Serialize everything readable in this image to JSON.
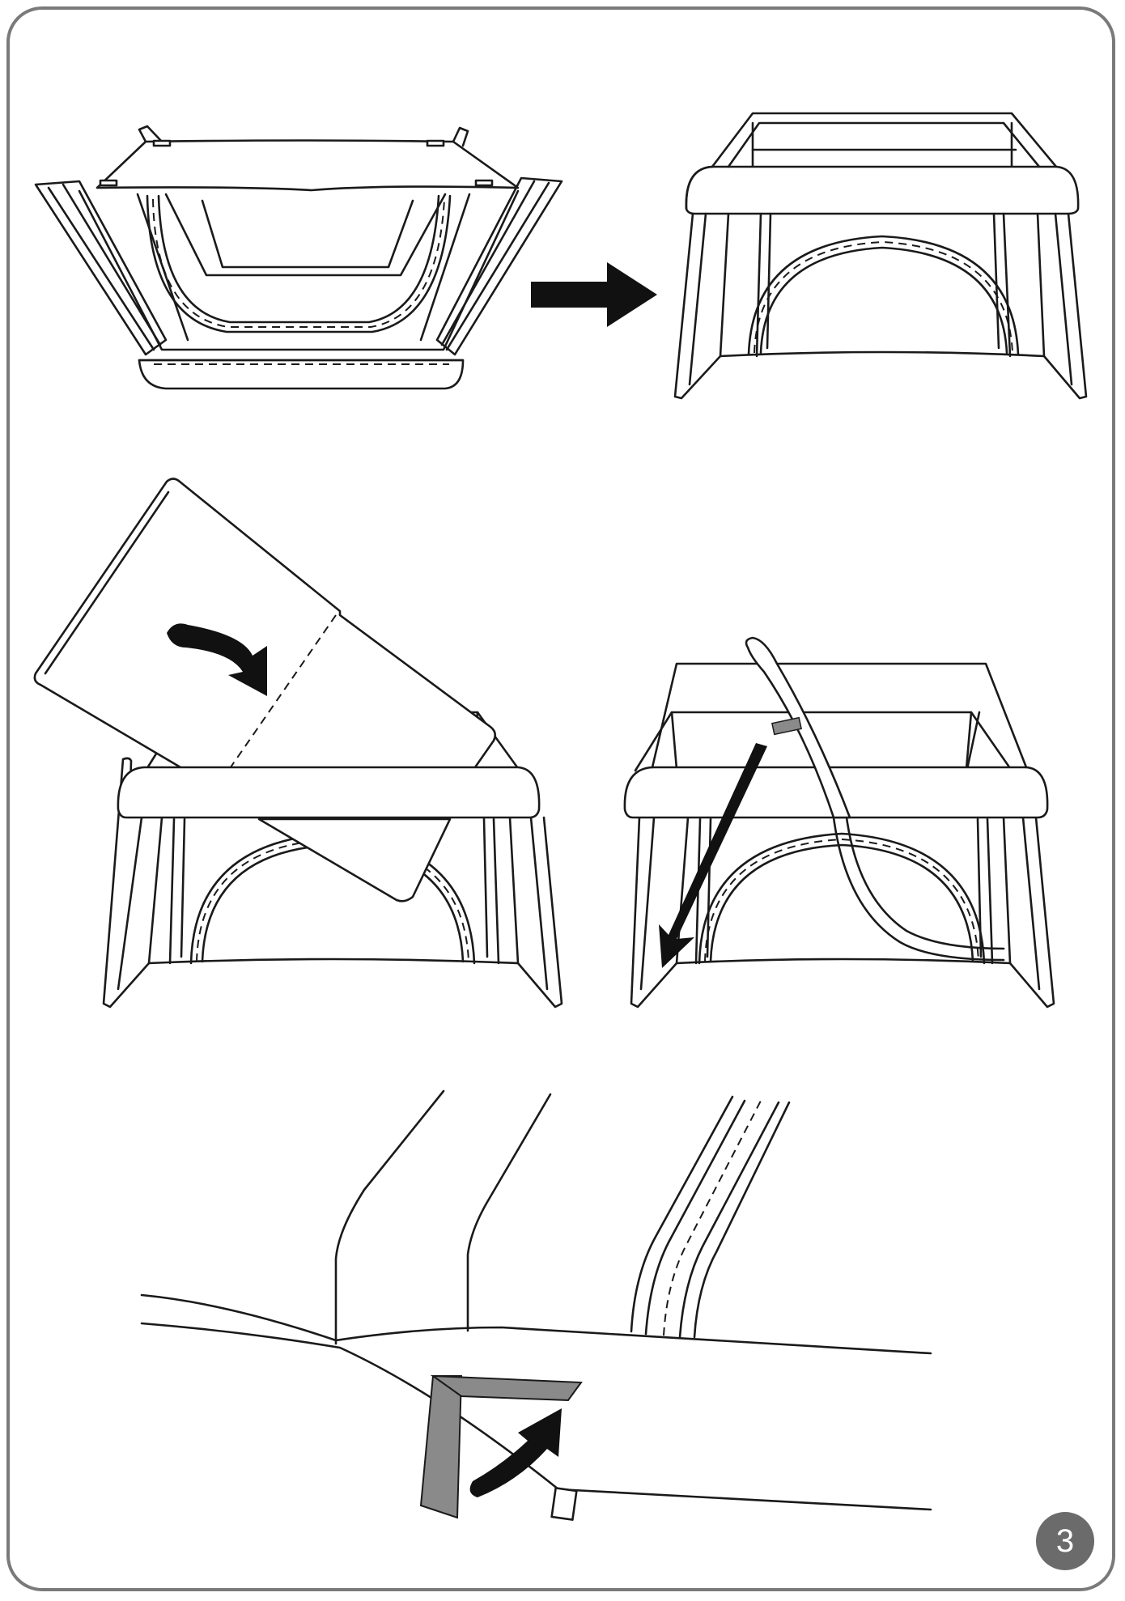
{
  "page": {
    "step_number": "3",
    "badge_color": "#6b6b6b",
    "frame_color": "#7a7a7a",
    "tab_color": "#8a8a8a"
  },
  "panels": [
    {
      "id": "unfold-frame",
      "icons": [
        "flat-folded-crib",
        "right-arrow-icon",
        "open-crib"
      ]
    },
    {
      "id": "insert-mattress",
      "icons": [
        "mattress-panel",
        "curved-arrow-icon"
      ]
    },
    {
      "id": "route-strap",
      "icons": [
        "strap",
        "straight-arrow-icon"
      ]
    },
    {
      "id": "secure-tab",
      "icons": [
        "tab-flap",
        "curved-arrow-icon"
      ]
    }
  ]
}
